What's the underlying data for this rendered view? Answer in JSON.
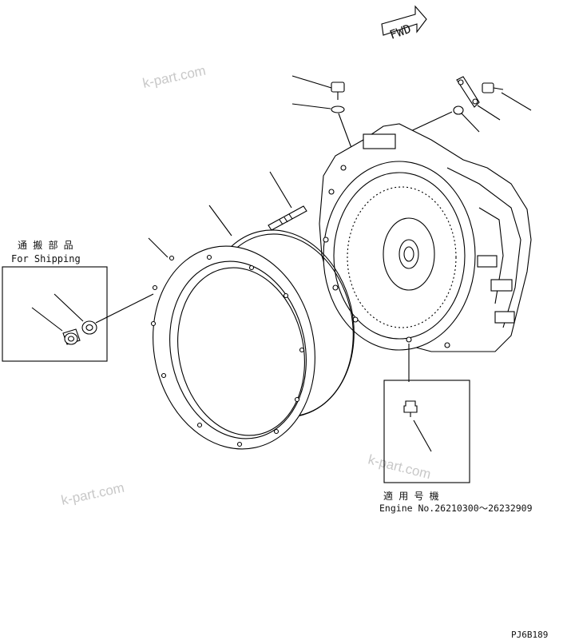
{
  "fwd_arrow": {
    "text": "FWD"
  },
  "shipping_box": {
    "title_jp": "通 搬 部 品",
    "title_en": "For Shipping"
  },
  "serial_box": {
    "title_jp": "適 用 号 機",
    "engine_range": "Engine No.26210300～26232909"
  },
  "watermarks": [
    "k-part.com",
    "k-part.com",
    "k-part.com",
    "k-part.com"
  ],
  "drawing_code": "PJ6B189"
}
